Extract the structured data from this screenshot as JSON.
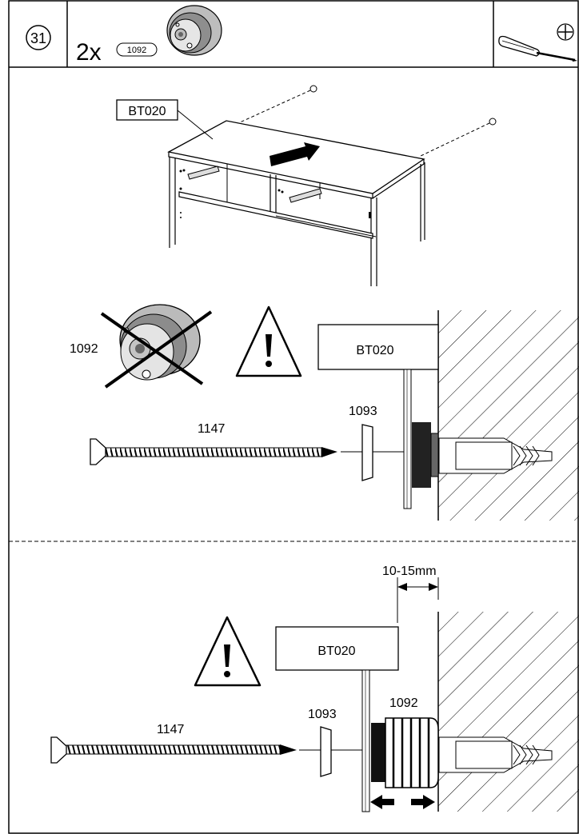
{
  "header": {
    "step_number": "31",
    "quantity": "2x",
    "part_ref": "1092",
    "tool_icon": "screwdriver-icon",
    "tool_tip_icon": "phillips-head-icon"
  },
  "panel_cabinet": {
    "board_label": "BT020"
  },
  "panel_wrong": {
    "crossed_part_label": "1092",
    "warning_icon": "warning-triangle-icon",
    "board_label": "BT020",
    "screw_label": "1147",
    "cap_label": "1093"
  },
  "panel_correct": {
    "gap_label": "10-15mm",
    "warning_icon": "warning-triangle-icon",
    "board_label": "BT020",
    "screw_label": "1147",
    "cap_label": "1093",
    "adjuster_label": "1092"
  }
}
